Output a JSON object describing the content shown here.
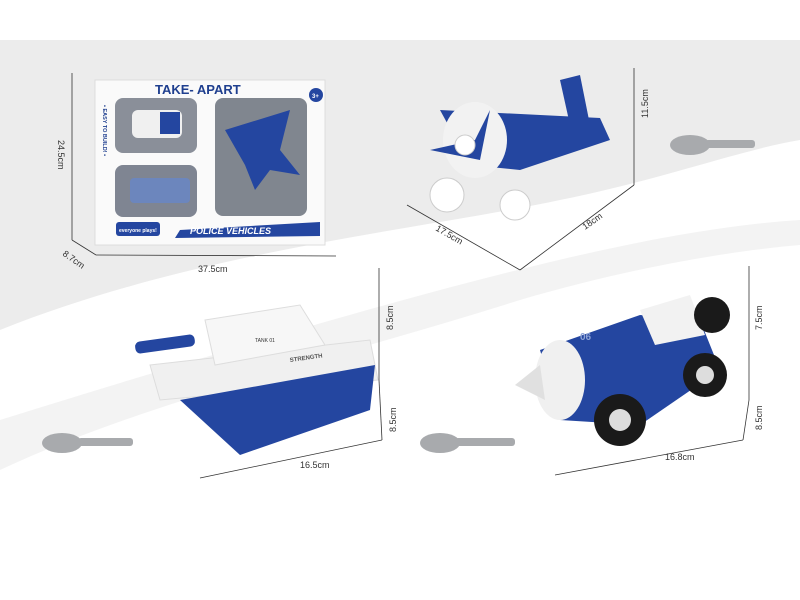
{
  "colors": {
    "brand_blue": "#2446a0",
    "background_band": "#ececec",
    "white": "#ffffff",
    "screwdriver": "#a8aaad"
  },
  "package": {
    "title": "TAKE- APART",
    "side_text": "• EASY TO BUILD! •",
    "badge": "everyone plays!",
    "age": "3+",
    "banner": "POLICE VEHICLES",
    "dims": {
      "height": "24.5cm",
      "depth": "8.7cm",
      "width": "37.5cm"
    }
  },
  "plane": {
    "dims": {
      "height": "11.5cm",
      "depth": "17.5cm",
      "length": "18cm"
    }
  },
  "tank": {
    "label": "STRENGTH",
    "badge": "TANK 01",
    "dims": {
      "height": "8.5cm",
      "depth": "8.5cm",
      "length": "16.5cm"
    }
  },
  "car": {
    "number": "06",
    "dims": {
      "height": "7.5cm",
      "depth": "8.5cm",
      "length": "16.8cm"
    }
  }
}
